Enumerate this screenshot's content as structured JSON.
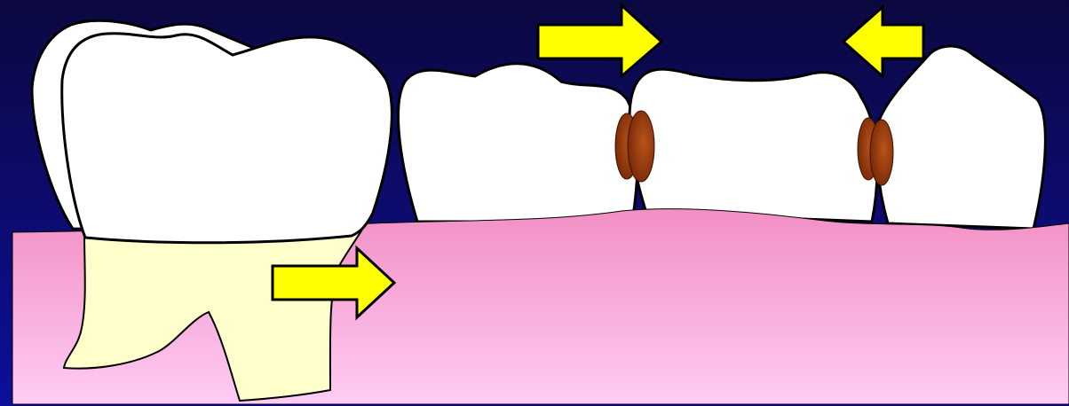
{
  "diagram": {
    "colors": {
      "background_top": "#0b0840",
      "background_bottom": "#0d0f9a",
      "gum_top": "#f28fc4",
      "gum_bottom": "#ffccf4",
      "tooth": "#ffffff",
      "root": "#ffffcc",
      "caries": "#7a2a08",
      "caries_highlight": "#b8531a",
      "arrow_fill": "#ffff00",
      "outline": "#000000"
    },
    "elements": {
      "molar": "molar-tooth",
      "molar_root": "molar-root",
      "teeth": [
        "premolar-tooth-1",
        "premolar-tooth-2",
        "premolar-tooth-3"
      ],
      "caries_spots": [
        "caries-spot-1",
        "caries-spot-2"
      ],
      "arrows": [
        {
          "name": "arrow-right-top",
          "direction": "right"
        },
        {
          "name": "arrow-left-top",
          "direction": "left"
        },
        {
          "name": "arrow-right-bottom",
          "direction": "right"
        }
      ]
    }
  }
}
